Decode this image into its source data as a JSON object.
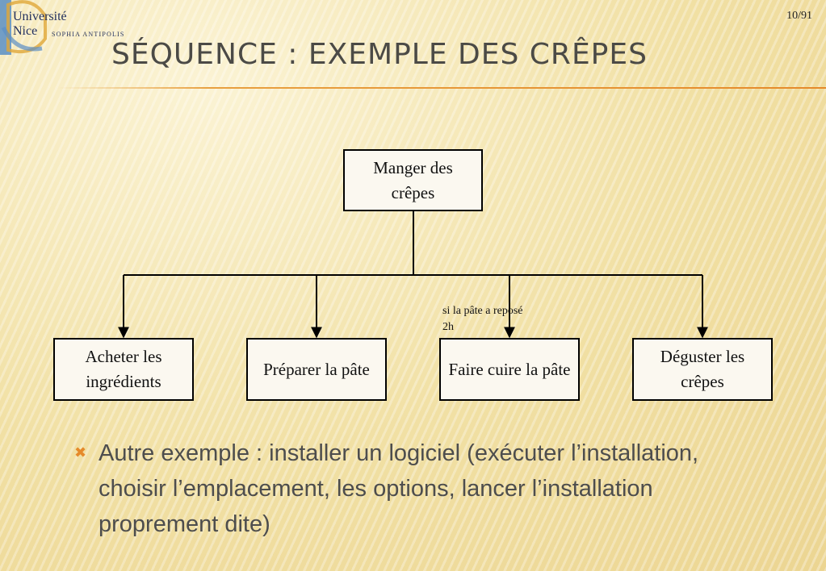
{
  "logo": {
    "line1": "Université",
    "line2": "Nice",
    "sub": "SOPHIA ANTIPOLIS"
  },
  "page_number": "10/91",
  "title": "SÉQUENCE : EXEMPLE DES CRÊPES",
  "diagram": {
    "root": "Manger des crêpes",
    "children": [
      "Acheter les ingrédients",
      "Préparer la pâte",
      "Faire cuire la pâte",
      "Déguster les crêpes"
    ],
    "condition": "si la pâte a reposé 2h"
  },
  "bullet": {
    "icon": "cross-bullet-icon",
    "text": "Autre exemple : installer un logiciel (exécuter l’installation, choisir l’emplacement, les options, lancer l’installation proprement dite)"
  },
  "colors": {
    "accent": "#e58a2a",
    "title": "#4b4a46",
    "logo": "#1f2d5c"
  }
}
